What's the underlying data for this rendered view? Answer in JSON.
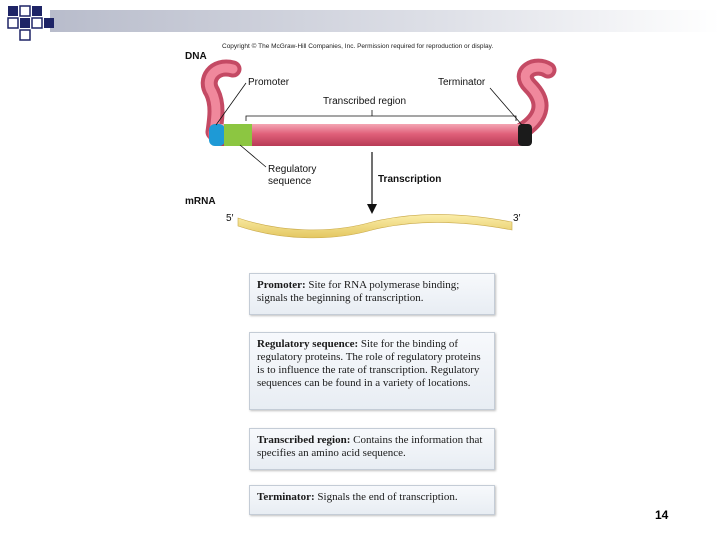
{
  "header": {
    "copyright": "Copyright © The McGraw-Hill Companies, Inc. Permission required for reproduction or display."
  },
  "diagram": {
    "dna_label": "DNA",
    "promoter_label": "Promoter",
    "terminator_label": "Terminator",
    "transcribed_region_label": "Transcribed region",
    "regulatory_label_line1": "Regulatory",
    "regulatory_label_line2": "sequence",
    "transcription_label": "Transcription",
    "mrna_label": "mRNA",
    "five_prime": "5′",
    "three_prime": "3′",
    "colors": {
      "dna": "#e0607a",
      "promoter": "#1e9ad6",
      "regulatory": "#8cc641",
      "terminator": "#1b1b1b",
      "mrna": "#f0dc7c"
    }
  },
  "definitions": [
    {
      "term": "Promoter:",
      "text": " Site for RNA polymerase binding; signals the beginning of transcription."
    },
    {
      "term": "Regulatory sequence:",
      "text": " Site for the binding of regulatory proteins. The role of regulatory proteins is to influence the rate of transcription. Regulatory sequences can be found in a variety of locations."
    },
    {
      "term": "Transcribed region:",
      "text": " Contains the information that specifies an amino acid sequence."
    },
    {
      "term": "Terminator:",
      "text": " Signals the end of transcription."
    }
  ],
  "page_number": "14"
}
